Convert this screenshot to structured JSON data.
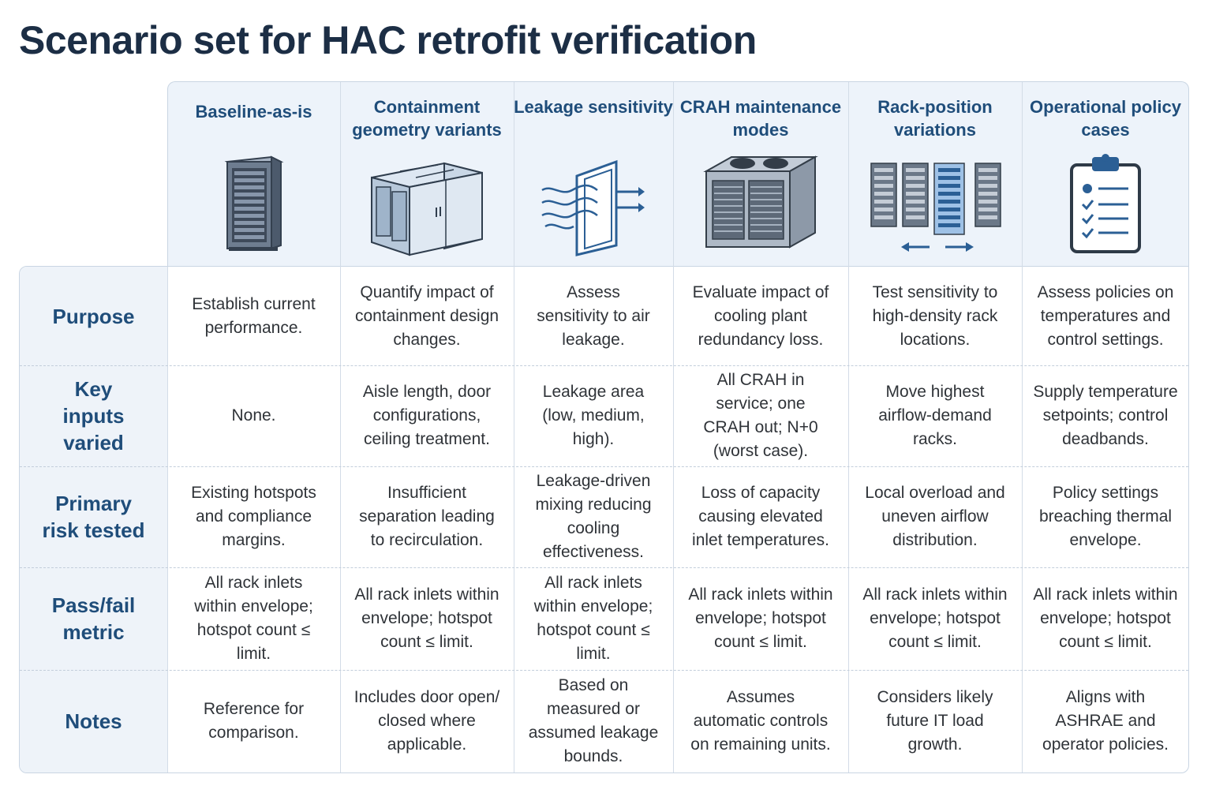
{
  "title": "Scenario set for HAC retrofit verification",
  "colors": {
    "heading": "#1c2e45",
    "accent": "#1f4d7a",
    "header_bg": "#edf3fa"
  },
  "columns": [
    {
      "title": "Baseline-as-is",
      "icon": "server-rack-icon"
    },
    {
      "title": "Containment geometry variants",
      "icon": "containment-pod-icon"
    },
    {
      "title": "Leakage sensitivity",
      "icon": "door-airflow-icon"
    },
    {
      "title": "CRAH maintenance modes",
      "icon": "crah-unit-icon"
    },
    {
      "title": "Rack-position variations",
      "icon": "rack-row-icon"
    },
    {
      "title": "Operational policy cases",
      "icon": "clipboard-checklist-icon"
    }
  ],
  "rows": [
    {
      "label": "Purpose",
      "cells": [
        "Establish current performance.",
        "Quantify impact of containment design changes.",
        "Assess sensitivity to air leakage.",
        "Evaluate impact of cooling plant redundancy loss.",
        "Test sensitivity to high-density rack locations.",
        "Assess policies on temperatures and control settings."
      ]
    },
    {
      "label": "Key inputs varied",
      "cells": [
        "None.",
        "Aisle length, door configurations, ceiling treatment.",
        "Leakage area (low, medium, high).",
        "All CRAH in service; one CRAH out; N+0 (worst case).",
        "Move highest airflow-demand racks.",
        "Supply temperature setpoints; control deadbands."
      ]
    },
    {
      "label": "Primary risk tested",
      "cells": [
        "Existing hotspots and compliance margins.",
        "Insufficient separation leading to recirculation.",
        "Leakage-driven mixing reducing cooling effectiveness.",
        "Loss of capacity causing elevated inlet temperatures.",
        "Local overload and uneven airflow distribution.",
        "Policy settings breaching thermal envelope."
      ]
    },
    {
      "label": "Pass/fail metric",
      "cells": [
        "All rack inlets within envelope; hotspot count ≤ limit.",
        "All rack inlets within envelope; hotspot count ≤ limit.",
        "All rack inlets within envelope; hotspot count ≤ limit.",
        "All rack inlets within envelope; hotspot count ≤ limit.",
        "All rack inlets within envelope; hotspot count ≤ limit.",
        "All rack inlets within envelope; hotspot count ≤ limit."
      ]
    },
    {
      "label": "Notes",
      "cells": [
        "Reference for comparison.",
        "Includes door open/ closed where applicable.",
        "Based on measured or assumed leakage bounds.",
        "Assumes automatic controls on remaining units.",
        "Considers likely future IT load growth.",
        "Aligns with ASHRAE and operator policies."
      ]
    }
  ]
}
